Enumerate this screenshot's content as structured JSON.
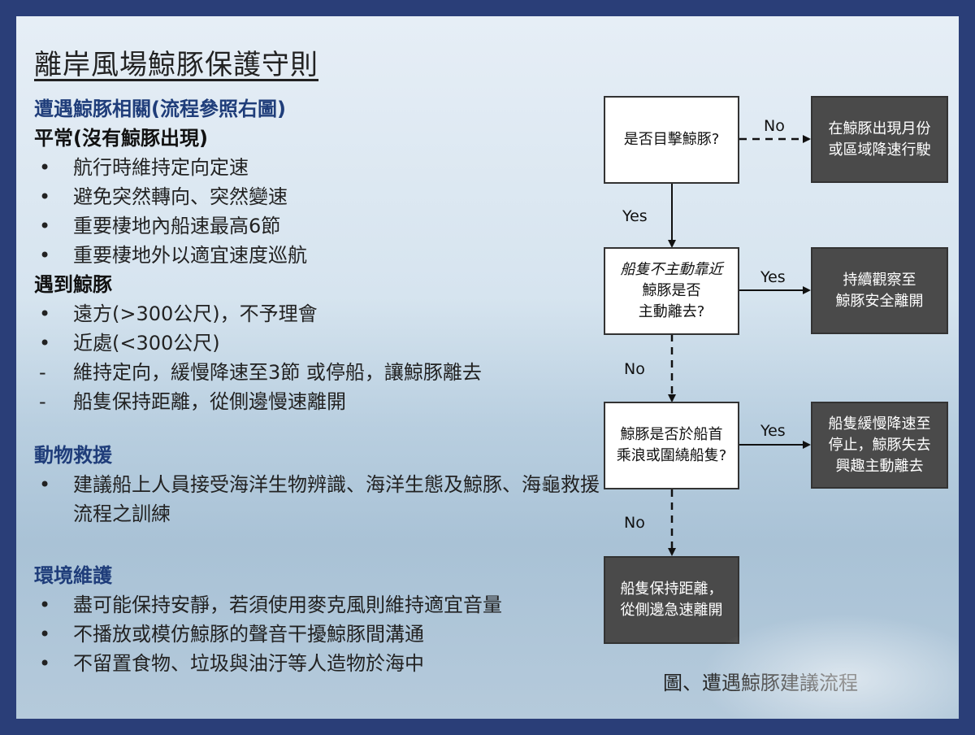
{
  "title": "離岸風場鯨豚保護守則",
  "section1": {
    "heading": "遭遇鯨豚相關(流程參照右圖)",
    "normal_heading": "平常(沒有鯨豚出現)",
    "normal_items": [
      "航行時維持定向定速",
      "避免突然轉向、突然變速",
      "重要棲地內船速最高6節",
      "重要棲地外以適宜速度巡航"
    ],
    "encounter_heading": "遇到鯨豚",
    "encounter_items": [
      {
        "marker": "•",
        "text": "遠方(>300公尺)，不予理會"
      },
      {
        "marker": "•",
        "text": "近處(<300公尺)"
      },
      {
        "marker": "-",
        "text": "維持定向，緩慢降速至3節 或停船，讓鯨豚離去"
      },
      {
        "marker": "-",
        "text": "船隻保持距離，從側邊慢速離開"
      }
    ]
  },
  "section2": {
    "heading": "動物救援",
    "items": [
      "建議船上人員接受海洋生物辨識、海洋生態及鯨豚、海龜救援流程之訓練"
    ]
  },
  "section3": {
    "heading": "環境維護",
    "items": [
      "盡可能保持安靜，若須使用麥克風則維持適宜音量",
      "不播放或模仿鯨豚的聲音干擾鯨豚間溝通",
      "不留置食物、垃圾與油汙等人造物於海中"
    ]
  },
  "flowchart": {
    "q1": "是否目擊鯨豚?",
    "q2_italic": "船隻不主動靠近",
    "q2": "鯨豚是否\n主動離去?",
    "q3": "鯨豚是否於船首\n乘浪或圍繞船隻?",
    "a1": "在鯨豚出現月份\n或區域降速行駛",
    "a2": "持續觀察至\n鯨豚安全離開",
    "a3": "船隻緩慢降速至\n停止，鯨豚失去\n興趣主動離去",
    "a4": "船隻保持距離，\n從側邊急速離開",
    "labels": {
      "no1": "No",
      "yes1": "Yes",
      "yes2": "Yes",
      "no2": "No",
      "yes3": "Yes",
      "no3": "No"
    }
  },
  "caption": "圖、遭遇鯨豚建議流程"
}
